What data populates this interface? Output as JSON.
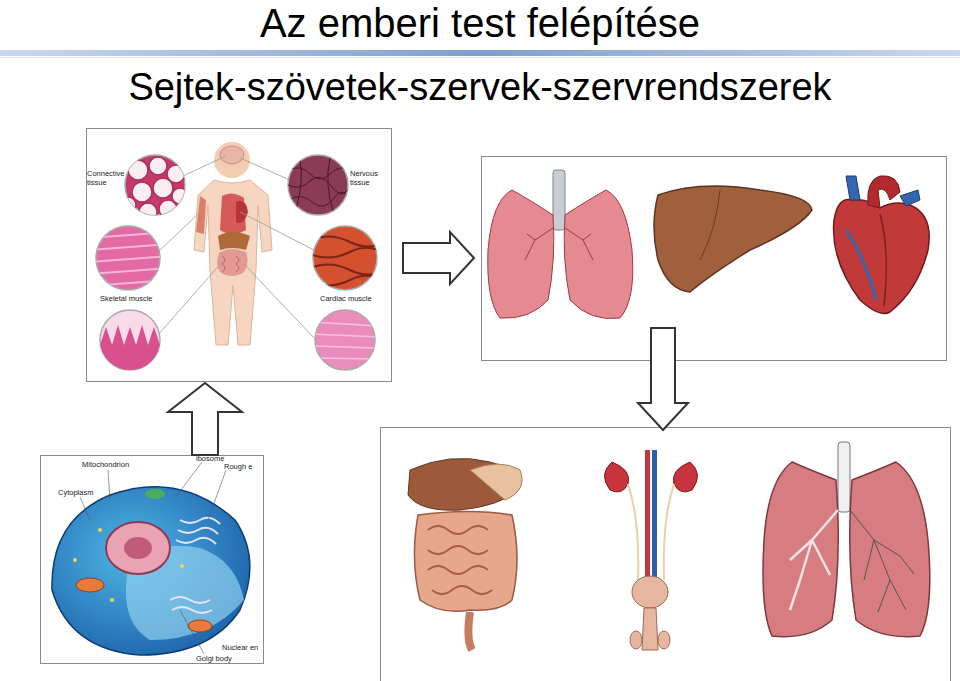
{
  "diagram": {
    "title": "Az emberi test felépítése",
    "caption": "Sejtek-szövetek-szervek-szervrendszerek",
    "labels": [
      "Connective tissue",
      "Nervous tissue",
      "Skeletal muscle",
      "Cardiac muscle",
      "Mitochondrion",
      "Cytoplasm",
      "ibosome",
      "Rough e",
      "Golgi body",
      "Nuclear en"
    ]
  }
}
